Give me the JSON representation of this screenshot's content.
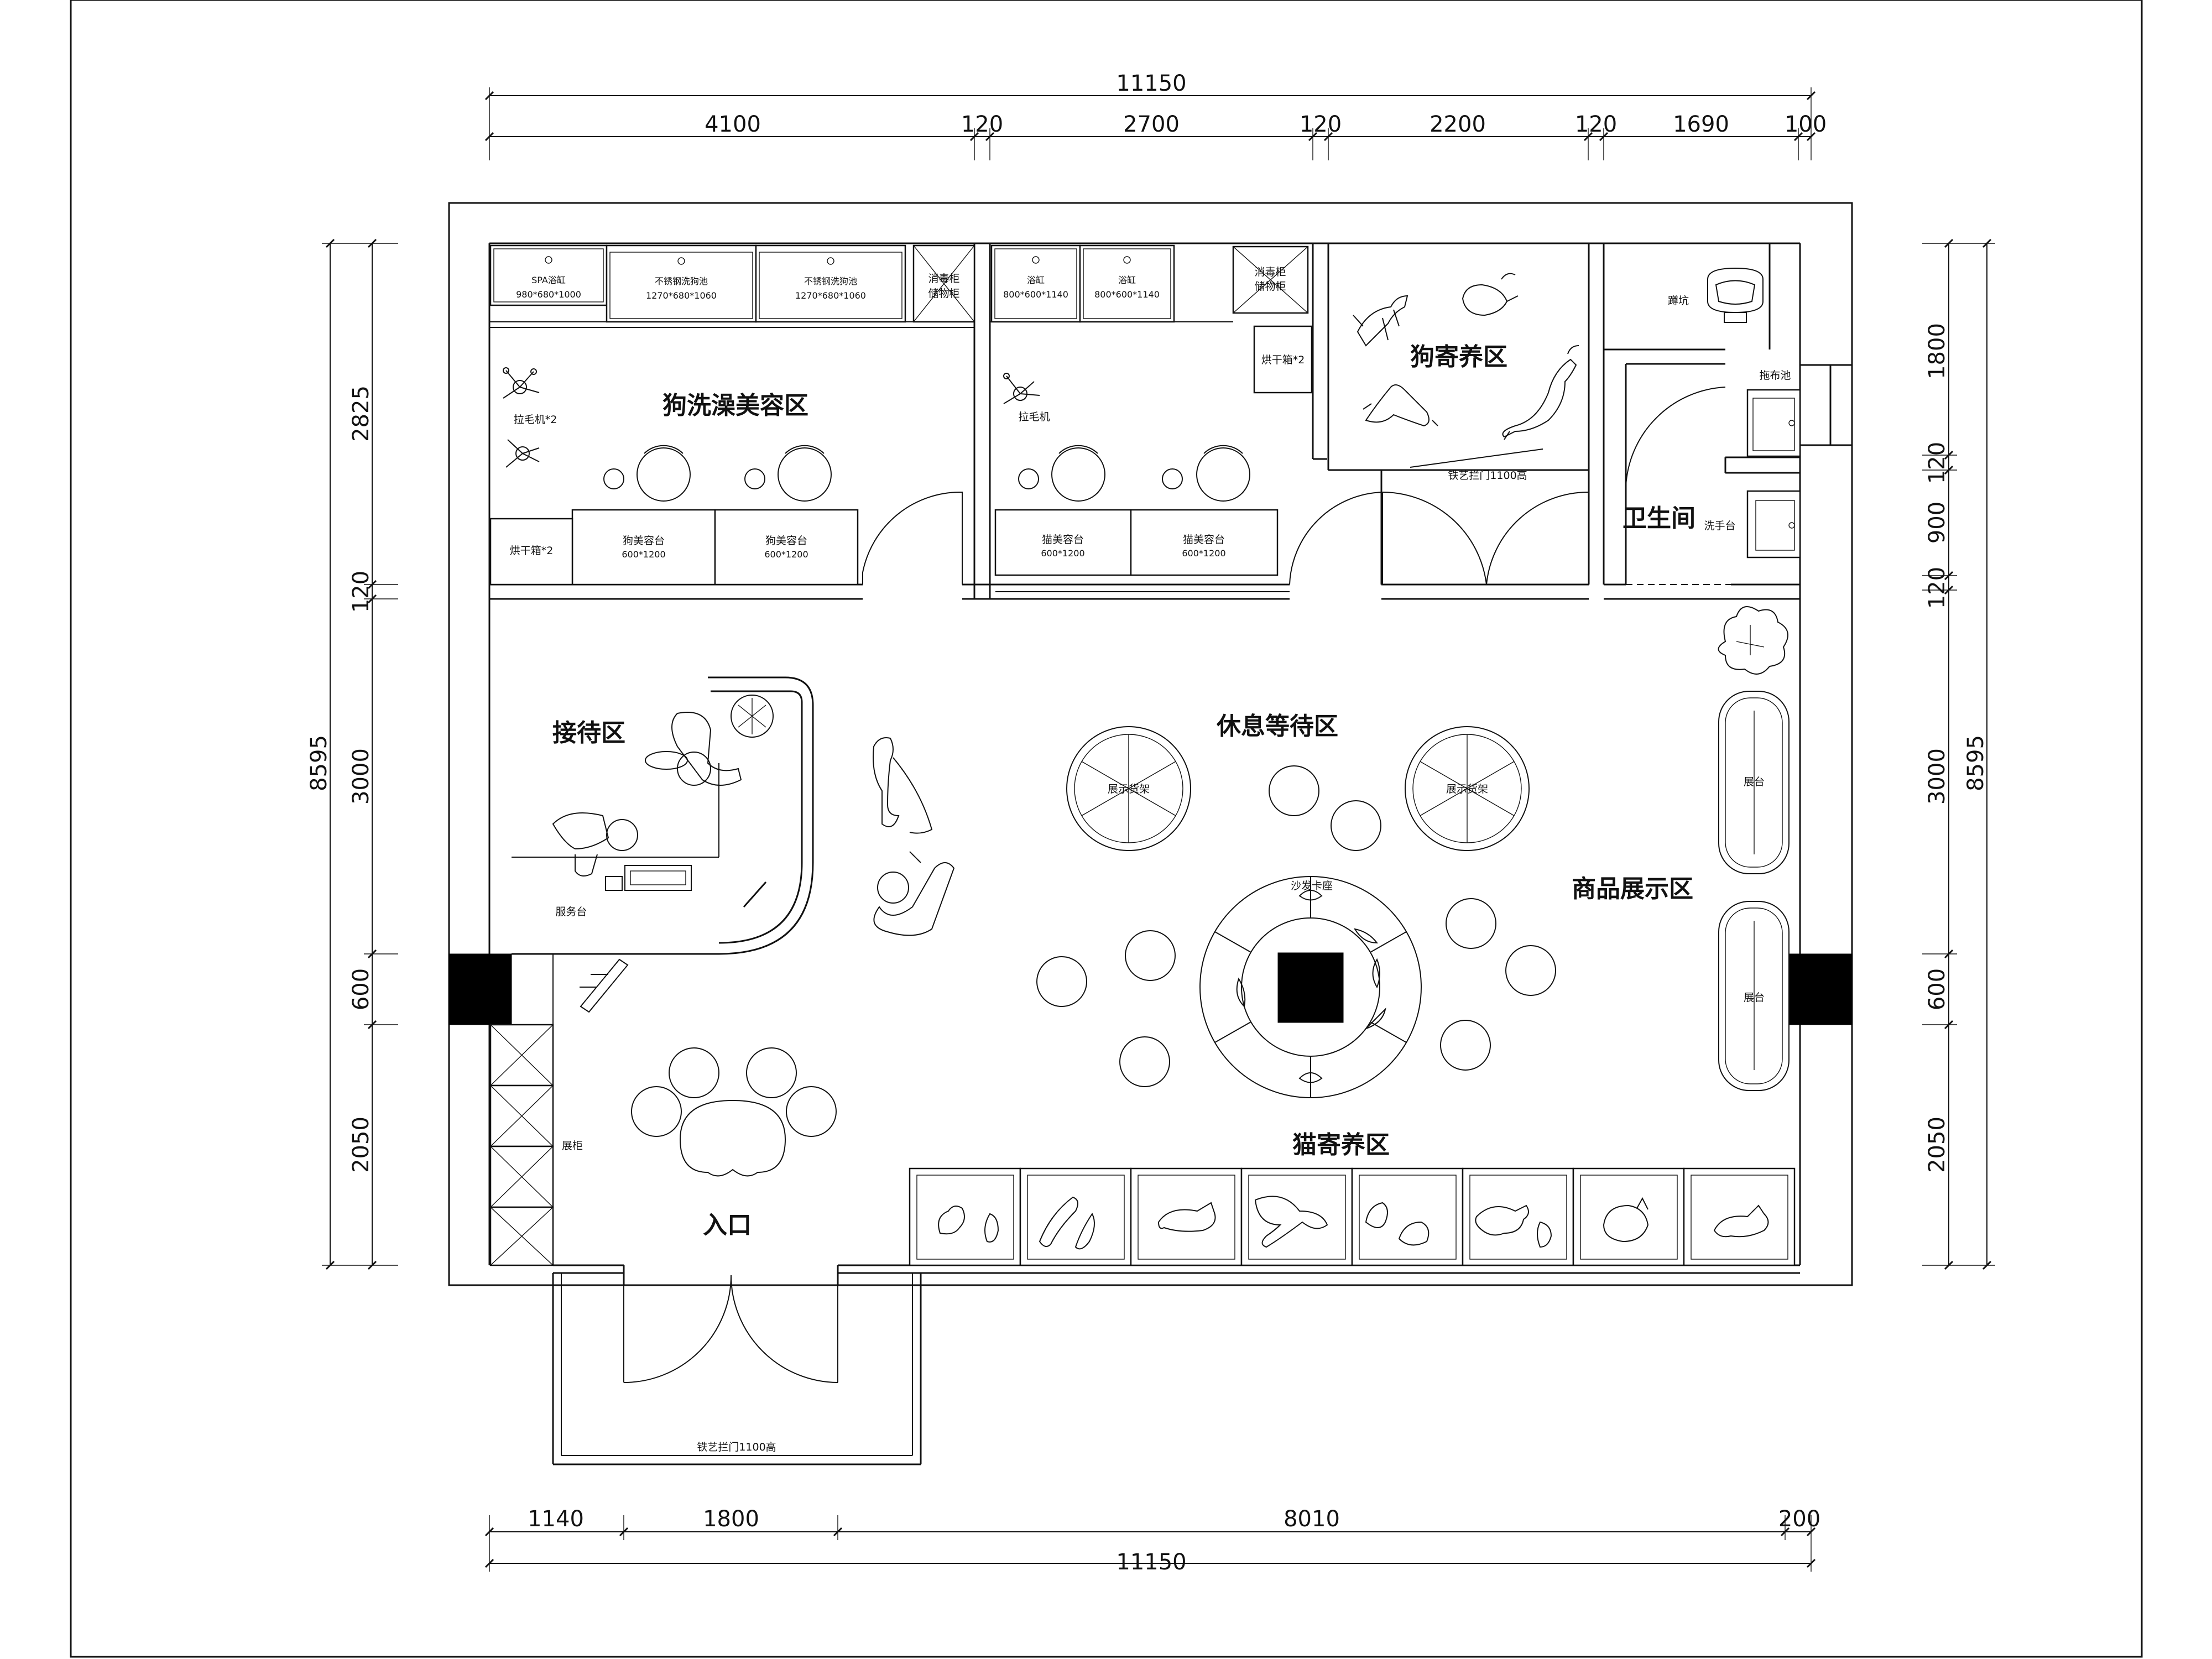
{
  "dimensions": {
    "top_total": "11150",
    "top_segments": [
      "4100",
      "120",
      "2700",
      "120",
      "2200",
      "120",
      "1690",
      "100"
    ],
    "bottom_total": "11150",
    "bottom_segments": [
      "1140",
      "1800",
      "8010",
      "200"
    ],
    "left_total": "8595",
    "left_segments": [
      "2825",
      "120",
      "3000",
      "600",
      "2050"
    ],
    "right_total": "8595",
    "right_segments": [
      "1800",
      "120",
      "900",
      "120",
      "3000",
      "600",
      "2050"
    ]
  },
  "rooms": {
    "dog_grooming": "狗洗澡美容区",
    "dog_boarding": "狗寄养区",
    "bathroom": "卫生间",
    "reception": "接待区",
    "lounge": "休息等待区",
    "retail": "商品展示区",
    "cat_boarding": "猫寄养区",
    "entrance": "入口"
  },
  "fixtures": {
    "spa_tub_name": "SPA浴缸",
    "spa_tub_size": "980*680*1000",
    "steel_tub_name": "不锈钢洗狗池",
    "steel_tub_size": "1270*680*1060",
    "disinfect_cabinet": "消毒柜",
    "storage_cabinet": "储物柜",
    "bathtub_name": "浴缸",
    "bathtub_size": "800*600*1140",
    "dryer_box_2": "烘干箱*2",
    "hair_puller_2": "拉毛机*2",
    "hair_puller": "拉毛机",
    "dog_table_name": "狗美容台",
    "cat_table_name": "猫美容台",
    "table_size": "600*1200",
    "iron_gate": "铁艺拦门1100高",
    "squat_toilet": "蹲坑",
    "mop_sink": "拖布池",
    "wash_basin": "洗手台",
    "service_desk": "服务台",
    "display_rack": "展示货架",
    "sofa_booth": "沙发卡座",
    "display_stand": "展台",
    "display_cabinet": "展柜"
  }
}
